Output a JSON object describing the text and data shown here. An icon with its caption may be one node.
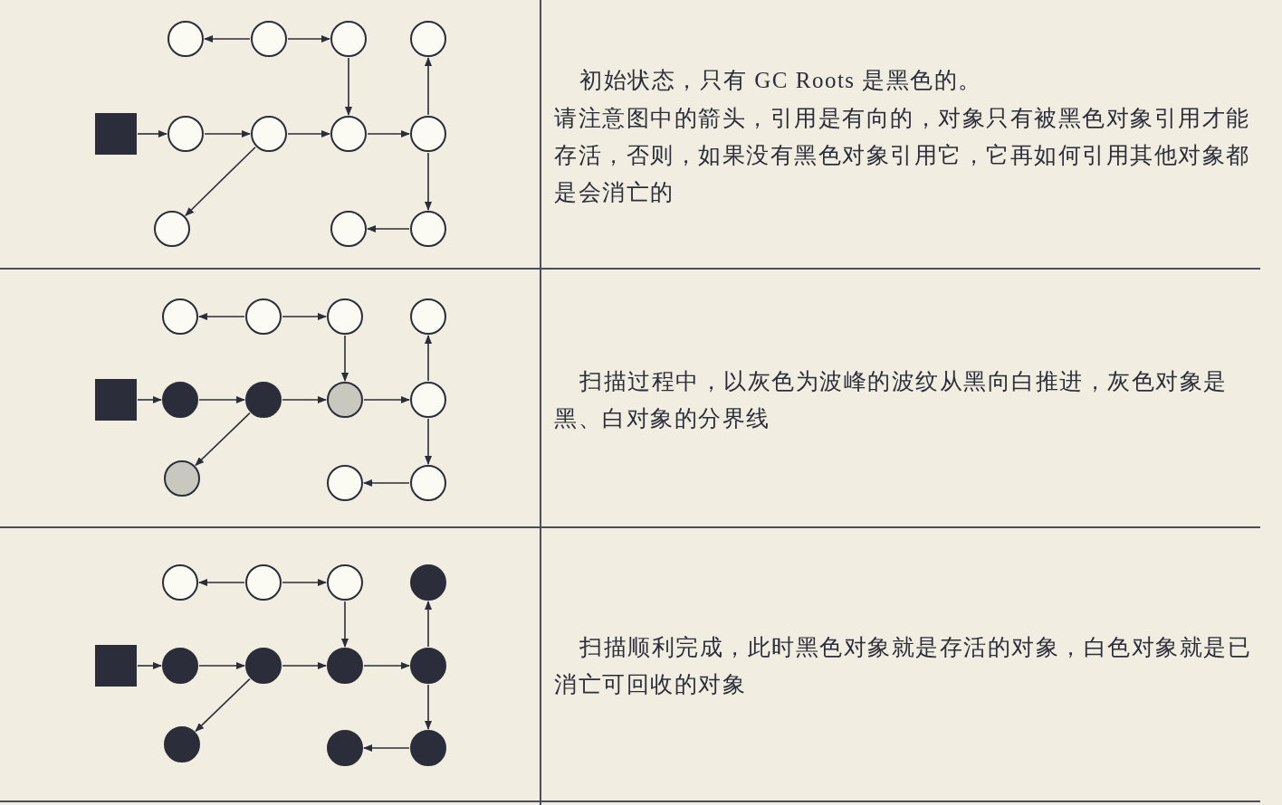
{
  "diagram": {
    "nodes": [
      {
        "text": [],
        "shape": "circle"
      },
      {
        "text": [],
        "shape": "circle"
      },
      {
        "text": [],
        "shape": "circle"
      },
      {
        "text": [],
        "shape": "circle"
      },
      {
        "text": [],
        "shape": "box"
      },
      {
        "text": [],
        "shape": "circle"
      },
      {
        "text": [],
        "shape": "circle"
      },
      {
        "text": [],
        "shape": "circle"
      },
      {
        "text": [],
        "shape": "circle"
      },
      {
        "text": [],
        "shape": "circle"
      },
      {
        "text": [],
        "shape": "circle"
      },
      {
        "text": [],
        "shape": "circle"
      },
      {
        "text": [],
        "shape": "circle"
      },
      {
        "text": [],
        "shape": "circle"
      },
      {
        "text": [],
        "shape": "circle"
      },
      {
        "text": [],
        "shape": "circle"
      },
      {
        "text": [],
        "shape": "box"
      },
      {
        "text": [],
        "shape": "circle"
      },
      {
        "text": [],
        "shape": "circle"
      },
      {
        "text": [],
        "shape": "circle"
      },
      {
        "text": [],
        "shape": "circle"
      },
      {
        "text": [],
        "shape": "circle"
      },
      {
        "text": [],
        "shape": "circle"
      },
      {
        "text": [],
        "shape": "circle"
      },
      {
        "text": [],
        "shape": "circle"
      },
      {
        "text": [],
        "shape": "circle"
      },
      {
        "text": [],
        "shape": "circle"
      },
      {
        "text": [],
        "shape": "circle"
      },
      {
        "text": [],
        "shape": "box"
      },
      {
        "text": [],
        "shape": "circle"
      },
      {
        "text": [],
        "shape": "circle"
      },
      {
        "text": [],
        "shape": "circle"
      },
      {
        "text": [],
        "shape": "circle"
      },
      {
        "text": [],
        "shape": "circle"
      },
      {
        "text": [],
        "shape": "circle"
      },
      {
        "text": [],
        "shape": "circle"
      }
    ],
    "edges": [
      {
        "from": 1,
        "to": 0,
        "arrow": "to"
      },
      {
        "from": 1,
        "to": 2,
        "arrow": "to"
      },
      {
        "from": 2,
        "to": 7,
        "arrow": "to"
      },
      {
        "from": 4,
        "to": 5,
        "arrow": "to"
      },
      {
        "from": 5,
        "to": 6,
        "arrow": "to"
      },
      {
        "from": 6,
        "to": 7,
        "arrow": "to"
      },
      {
        "from": 7,
        "to": 8,
        "arrow": "to"
      },
      {
        "from": 8,
        "to": 3,
        "arrow": "to"
      },
      {
        "from": 6,
        "to": 9,
        "arrow": "to"
      },
      {
        "from": 8,
        "to": 11,
        "arrow": "to"
      },
      {
        "from": 11,
        "to": 10,
        "arrow": "to"
      },
      {
        "from": 13,
        "to": 12,
        "arrow": "to"
      },
      {
        "from": 13,
        "to": 14,
        "arrow": "to"
      },
      {
        "from": 14,
        "to": 19,
        "arrow": "to"
      },
      {
        "from": 16,
        "to": 17,
        "arrow": "to"
      },
      {
        "from": 17,
        "to": 18,
        "arrow": "to"
      },
      {
        "from": 18,
        "to": 19,
        "arrow": "to"
      },
      {
        "from": 19,
        "to": 20,
        "arrow": "to"
      },
      {
        "from": 20,
        "to": 15,
        "arrow": "to"
      },
      {
        "from": 18,
        "to": 21,
        "arrow": "to"
      },
      {
        "from": 20,
        "to": 23,
        "arrow": "to"
      },
      {
        "from": 23,
        "to": 22,
        "arrow": "to"
      },
      {
        "from": 25,
        "to": 24,
        "arrow": "to"
      },
      {
        "from": 25,
        "to": 26,
        "arrow": "to"
      },
      {
        "from": 26,
        "to": 31,
        "arrow": "to"
      },
      {
        "from": 28,
        "to": 29,
        "arrow": "to"
      },
      {
        "from": 29,
        "to": 30,
        "arrow": "to"
      },
      {
        "from": 30,
        "to": 31,
        "arrow": "to"
      },
      {
        "from": 31,
        "to": 32,
        "arrow": "to"
      },
      {
        "from": 32,
        "to": 27,
        "arrow": "to"
      },
      {
        "from": 30,
        "to": 33,
        "arrow": "to"
      },
      {
        "from": 32,
        "to": 35,
        "arrow": "to"
      },
      {
        "from": 35,
        "to": 34,
        "arrow": "to"
      }
    ],
    "labels": [
      "初始状态，只有 GC Roots 是黑色的。",
      "请注意图中的箭头，引用是有向的，对象只有被黑色对象引用才能存活，否则，如果没有黑色对象引用它，它再如何引用其他对象都是会消亡的",
      "扫描过程中，以灰色为波峰的波纹从黑向白推进，灰色对象是黑、白对象的分界线",
      "扫描顺利完成，此时黑色对象就是存活的对象，白色对象就是已消亡可回收的对象"
    ]
  }
}
